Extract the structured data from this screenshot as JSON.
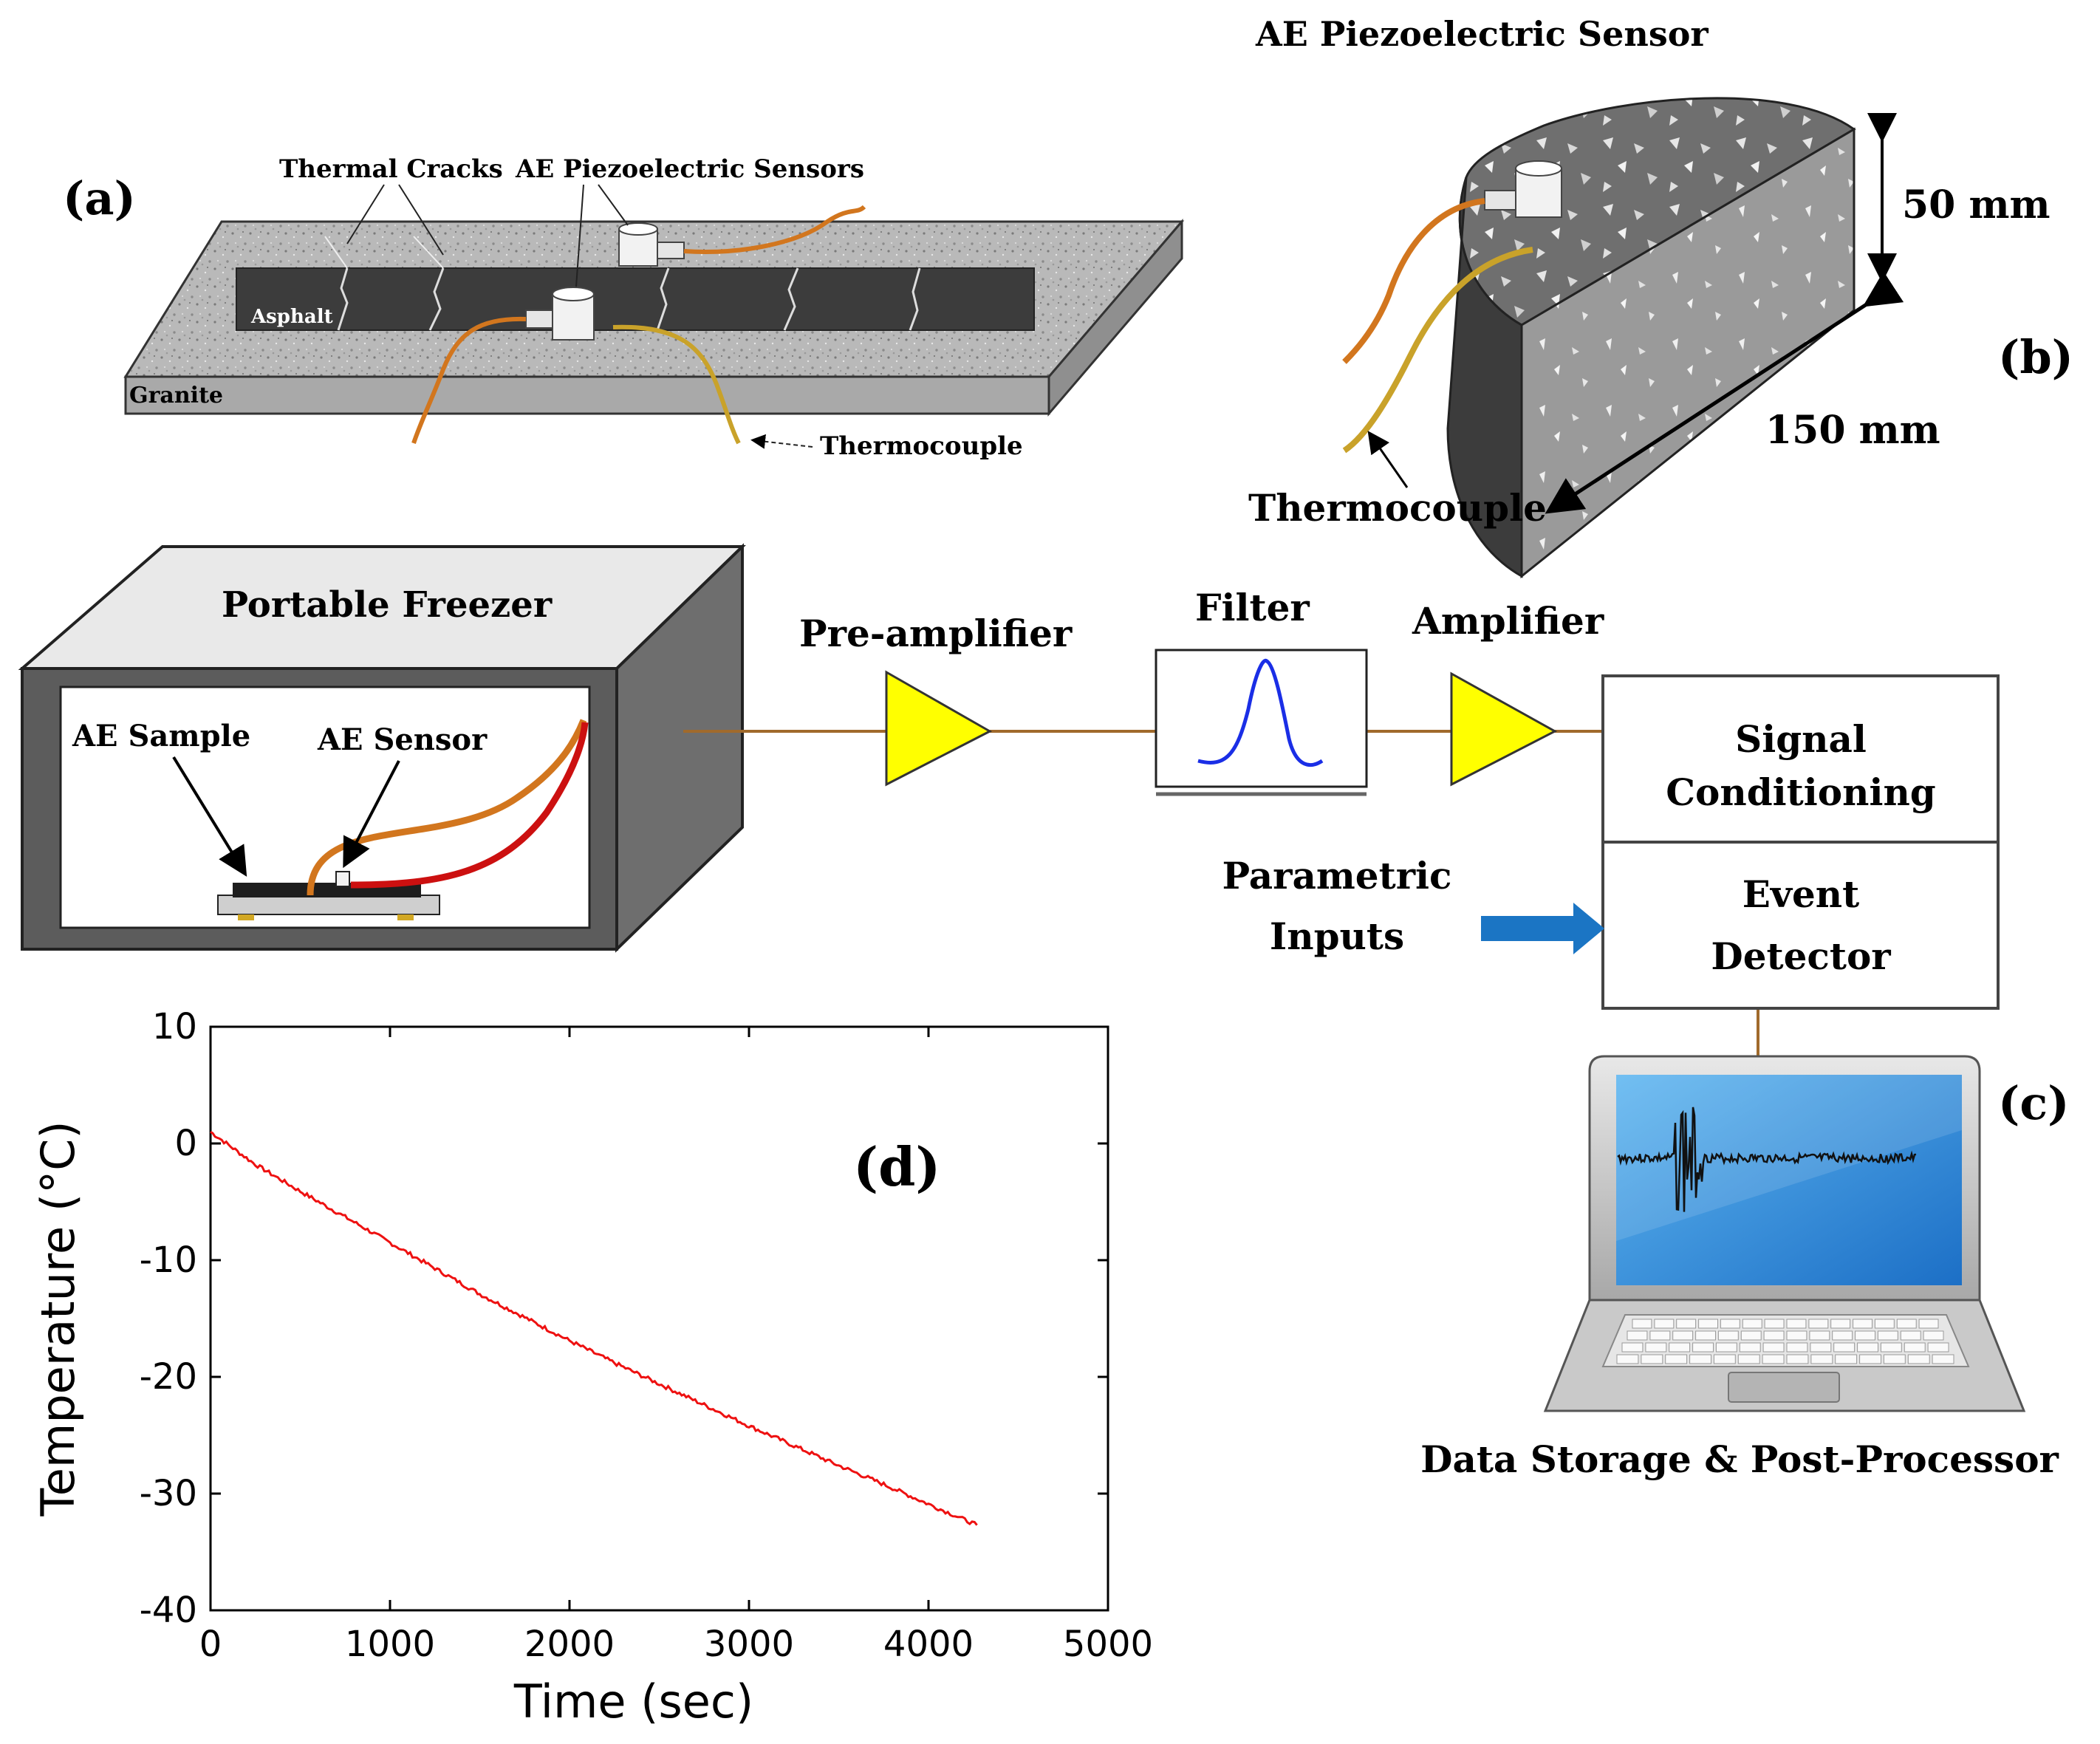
{
  "panel_a": {
    "tag": "(a)",
    "thermal_cracks": "Thermal Cracks",
    "ae_sensors": "AE Piezoelectric Sensors",
    "asphalt": "Asphalt",
    "granite": "Granite",
    "thermocouple": "Thermocouple"
  },
  "panel_b": {
    "tag": "(b)",
    "ae_sensor": "AE Piezoelectric Sensor",
    "height": "50 mm",
    "diameter": "150 mm",
    "thermocouple": "Thermocouple"
  },
  "panel_c": {
    "tag": "(c)",
    "freezer": "Portable Freezer",
    "ae_sample": "AE Sample",
    "ae_sensor": "AE Sensor",
    "pre_amplifier": "Pre-amplifier",
    "filter": "Filter",
    "amplifier": "Amplifier",
    "signal_1": "Signal",
    "signal_2": "Conditioning",
    "event_1": "Event",
    "event_2": "Detector",
    "param_1": "Parametric",
    "param_2": "Inputs",
    "storage": "Data Storage & Post-Processor"
  },
  "panel_d": {
    "tag": "(d)"
  },
  "colors": {
    "amplifier_fill": "#ffff00",
    "cable_orange": "#d2761e",
    "cable_red": "#cc1010",
    "filter_curve": "#1a2ee6",
    "arrow_blue": "#1b75c4",
    "plot_line": "#ee1111",
    "asphalt": "#3c3c3c",
    "granite": "#b8b8b8"
  },
  "chart_data": {
    "type": "line",
    "xlabel": "Time (sec)",
    "ylabel": "Temperature (°C)",
    "xlim": [
      0,
      5000
    ],
    "ylim": [
      -40,
      10
    ],
    "xticks": [
      0,
      1000,
      2000,
      3000,
      4000,
      5000
    ],
    "yticks": [
      10,
      0,
      -10,
      -20,
      -30,
      -40
    ],
    "grid": false,
    "series": [
      {
        "x": [
          0,
          250,
          500,
          750,
          1000,
          1250,
          1500,
          1750,
          2000,
          2250,
          2500,
          2750,
          3000,
          3250,
          3500,
          3750,
          4000,
          4270
        ],
        "values": [
          1.0,
          -1.8,
          -4.1,
          -6.3,
          -8.5,
          -10.7,
          -12.9,
          -14.9,
          -16.9,
          -18.8,
          -20.6,
          -22.4,
          -24.2,
          -25.9,
          -27.6,
          -29.2,
          -30.9,
          -32.7
        ]
      }
    ]
  }
}
